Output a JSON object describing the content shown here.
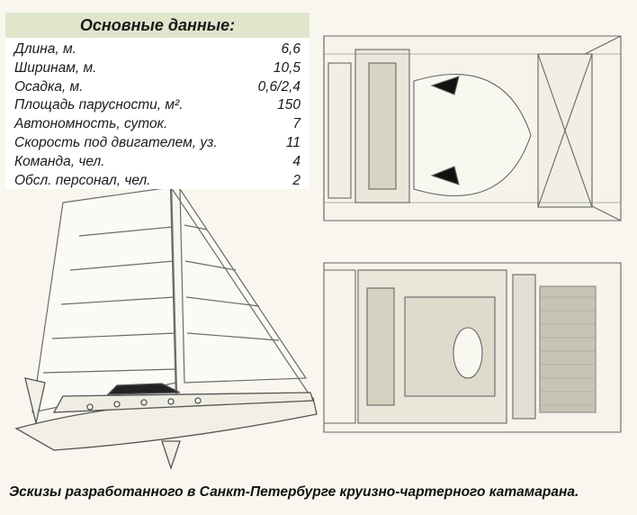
{
  "specs": {
    "title": "Основные данные:",
    "rows": [
      {
        "label": "Длина, м.",
        "value": "6,6"
      },
      {
        "label": "Ширинам, м.",
        "value": "10,5"
      },
      {
        "label": "Осадка, м.",
        "value": "0,6/2,4"
      },
      {
        "label": "Площадь парусности, м².",
        "value": "150"
      },
      {
        "label": "Автономность, суток.",
        "value": "7"
      },
      {
        "label": "Скорость под двигателем, уз.",
        "value": "11"
      },
      {
        "label": "Команда, чел.",
        "value": "4"
      },
      {
        "label": "Обсл. персонал, чел.",
        "value": "2"
      }
    ]
  },
  "caption": "Эскизы разработанного в Санкт-Петербурге круизно-чартерного катамарана.",
  "colors": {
    "background": "#f8f6ee",
    "table_header": "#dfe6cc",
    "line": "#6b6b6b"
  }
}
